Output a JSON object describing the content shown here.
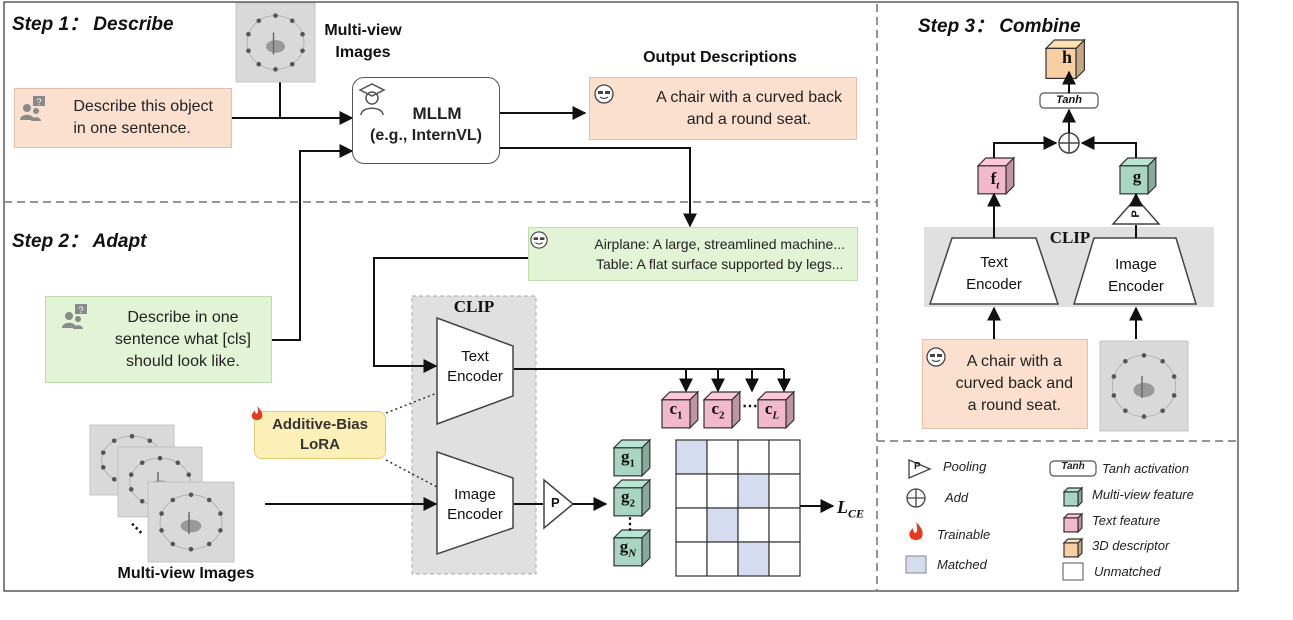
{
  "steps": {
    "describe": "Step 1： Describe",
    "adapt": "Step 2： Adapt",
    "combine": "Step 3： Combine"
  },
  "step1": {
    "prompt": "Describe this object\nin one sentence.",
    "multiview_label": "Multi-view\nImages",
    "mllm_title": "MLLM",
    "mllm_sub": "(e.g., InternVL)",
    "output_title": "Output Descriptions",
    "output_text": "A chair with a curved back\nand a round seat."
  },
  "step2": {
    "prompt": "Describe in one\nsentence what [cls]\nshould look like.",
    "desc_line1": "Airplane:  A large, streamlined machine...",
    "desc_line2": "Table:  A flat surface supported by legs...",
    "clip": "CLIP",
    "text_encoder": "Text\nEncoder",
    "image_encoder": "Image\nEncoder",
    "lora": "Additive-Bias\nLoRA",
    "pool": "P",
    "multiview_label": "Multi-view Images",
    "class_feats": [
      "c",
      "c",
      "c"
    ],
    "class_subs": [
      "1",
      "2",
      "L"
    ],
    "view_feats": [
      "g",
      "g",
      "g"
    ],
    "view_subs": [
      "1",
      "2",
      "N"
    ],
    "dots": "⋯",
    "vdots": "⋮",
    "loss": "L",
    "loss_sub": "CE",
    "matrix_matched": [
      [
        0,
        0
      ],
      [
        1,
        2
      ],
      [
        2,
        1
      ],
      [
        3,
        2
      ]
    ]
  },
  "step3": {
    "h": "h",
    "tanh": "Tanh",
    "ft": "f",
    "ft_sub": "t",
    "g": "g",
    "pool": "P",
    "clip": "CLIP",
    "text_encoder": "Text\nEncoder",
    "image_encoder": "Image\nEncoder",
    "desc": "A chair with a\ncurved back and\na round seat."
  },
  "legend": {
    "pooling": "Pooling",
    "pool_symbol": "P",
    "add": "Add",
    "trainable": "Trainable",
    "matched": "Matched",
    "tanh_symbol": "Tanh",
    "tanh": "Tanh activation",
    "multiview": "Multi-view feature",
    "text": "Text feature",
    "descriptor": "3D descriptor",
    "unmatched": "Unmatched"
  },
  "colors": {
    "peach": "#fbe0cf",
    "green_box": "#e2f3d6",
    "cube_green": "#a9d5c4",
    "cube_pink": "#f2b8cb",
    "cube_orange": "#f8cfa3",
    "lora_yellow": "#fcf0b8",
    "matched_cell": "#d6dcf0",
    "clip_gray": "#e0e0e0"
  }
}
